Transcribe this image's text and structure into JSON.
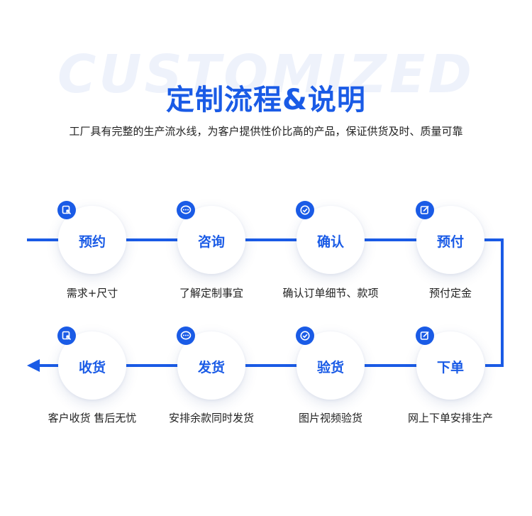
{
  "header": {
    "watermark": "CUSTOMIZED",
    "title": "定制流程&说明",
    "subtitle": "工厂具有完整的生产流水线，为客户提供性价比高的产品，保证供货及时、质量可靠"
  },
  "colors": {
    "accent": "#1a5be6",
    "text": "#222222",
    "watermark": "#eef2fb"
  },
  "steps": [
    {
      "label": "预约",
      "caption": "需求+尺寸",
      "icon": "edit-cursor-icon"
    },
    {
      "label": "咨询",
      "caption": "了解定制事宜",
      "icon": "chat-bubble-icon"
    },
    {
      "label": "确认",
      "caption": "确认订单细节、款项",
      "icon": "check-circle-icon"
    },
    {
      "label": "预付",
      "caption": "预付定金",
      "icon": "edit-note-icon"
    },
    {
      "label": "下单",
      "caption": "网上下单安排生产",
      "icon": "edit-note-icon"
    },
    {
      "label": "验货",
      "caption": "图片视频验货",
      "icon": "check-circle-icon"
    },
    {
      "label": "发货",
      "caption": "安排余款同时发货",
      "icon": "chat-bubble-icon"
    },
    {
      "label": "收货",
      "caption": "客户收货 售后无忧",
      "icon": "edit-cursor-icon"
    }
  ]
}
